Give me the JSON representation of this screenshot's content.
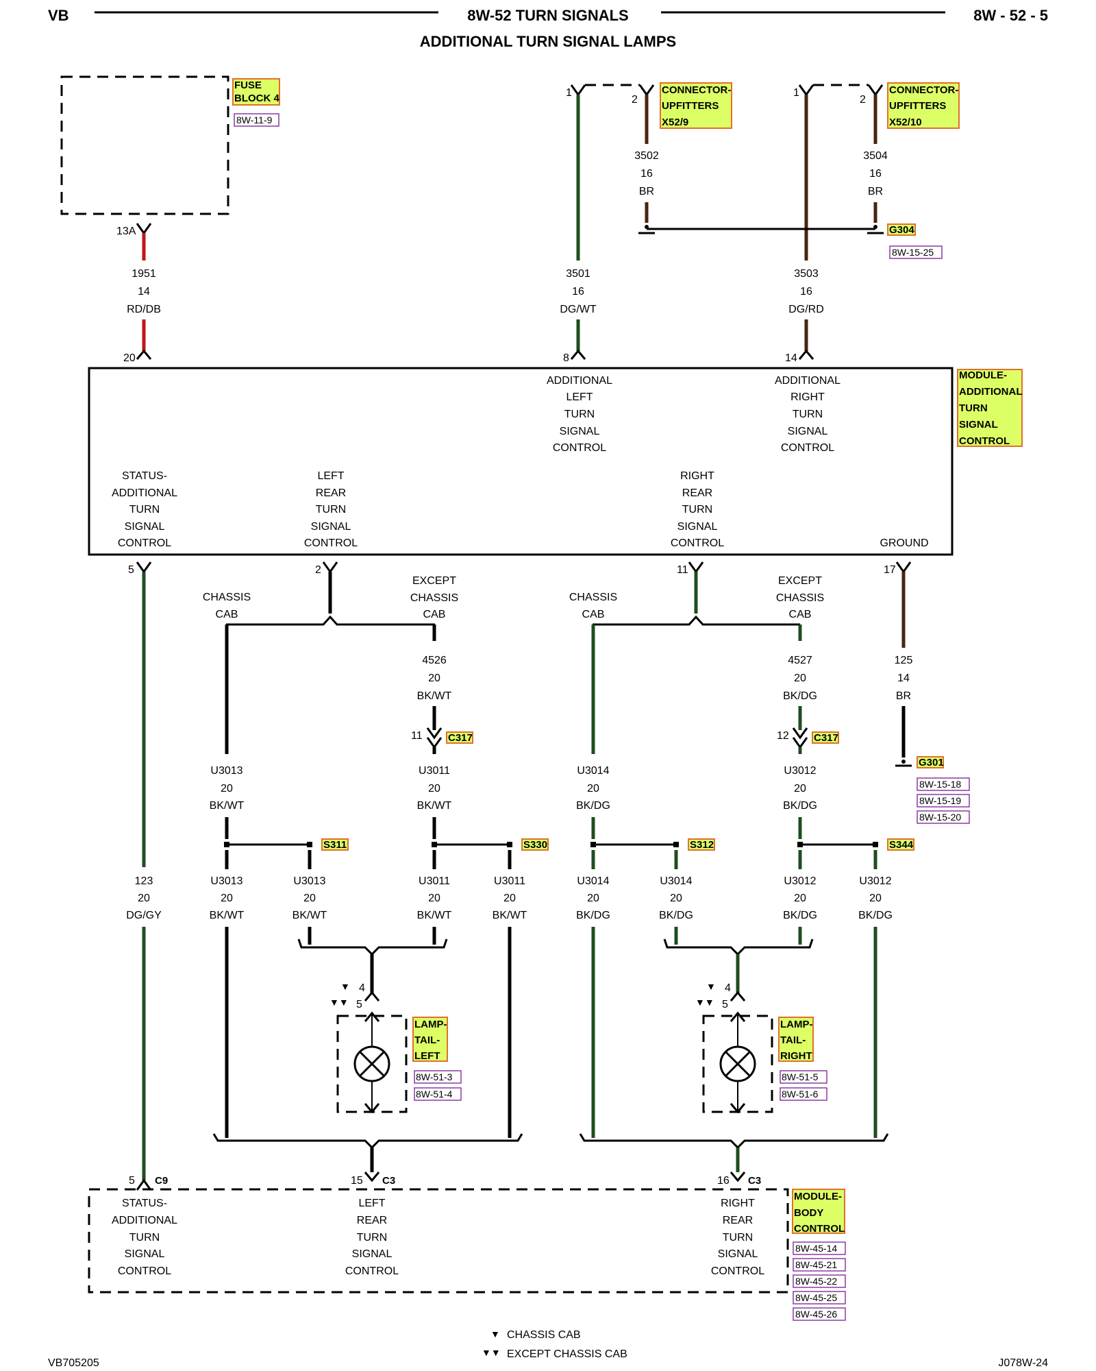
{
  "header": {
    "left": "VB",
    "title": "8W-52 TURN SIGNALS",
    "page": "8W - 52 - 5",
    "subtitle": "ADDITIONAL TURN SIGNAL LAMPS"
  },
  "components": {
    "fuse_block": {
      "l1": "FUSE",
      "l2": "BLOCK 4",
      "ref": "8W-11-9",
      "pin": "13A"
    },
    "conn_x52_9": {
      "l1": "CONNECTOR-",
      "l2": "UPFITTERS",
      "l3": "X52/9",
      "pin1": "1",
      "pin2": "2"
    },
    "conn_x52_10": {
      "l1": "CONNECTOR-",
      "l2": "UPFITTERS",
      "l3": "X52/10",
      "pin1": "1",
      "pin2": "2"
    },
    "g304": {
      "label": "G304",
      "ref": "8W-15-25"
    },
    "g301": {
      "label": "G301",
      "refs": [
        "8W-15-18",
        "8W-15-19",
        "8W-15-20"
      ]
    },
    "module_ats": {
      "l1": "MODULE-",
      "l2": "ADDITIONAL",
      "l3": "TURN",
      "l4": "SIGNAL",
      "l5": "CONTROL",
      "pin_20": "20",
      "pin_8": "8",
      "pin_14": "14",
      "pin_5": "5",
      "pin_2": "2",
      "pin_11": "11",
      "pin_17": "17",
      "left_ctrl": [
        "ADDITIONAL",
        "LEFT",
        "TURN",
        "SIGNAL",
        "CONTROL"
      ],
      "right_ctrl": [
        "ADDITIONAL",
        "RIGHT",
        "TURN",
        "SIGNAL",
        "CONTROL"
      ],
      "status_ctrl": [
        "STATUS-",
        "ADDITIONAL",
        "TURN",
        "SIGNAL",
        "CONTROL"
      ],
      "left_rear": [
        "LEFT",
        "REAR",
        "TURN",
        "SIGNAL",
        "CONTROL"
      ],
      "right_rear": [
        "RIGHT",
        "REAR",
        "TURN",
        "SIGNAL",
        "CONTROL"
      ],
      "ground": "GROUND"
    },
    "c317_left": {
      "label": "C317",
      "pin": "11"
    },
    "c317_right": {
      "label": "C317",
      "pin": "12"
    },
    "splices": {
      "s311": "S311",
      "s330": "S330",
      "s312": "S312",
      "s344": "S344"
    },
    "lamp_left": {
      "l1": "LAMP-",
      "l2": "TAIL-",
      "l3": "LEFT",
      "refs": [
        "8W-51-3",
        "8W-51-4"
      ],
      "pin4": "4",
      "pin5": "5"
    },
    "lamp_right": {
      "l1": "LAMP-",
      "l2": "TAIL-",
      "l3": "RIGHT",
      "refs": [
        "8W-51-5",
        "8W-51-6"
      ],
      "pin4": "4",
      "pin5": "5"
    },
    "module_body": {
      "l1": "MODULE-",
      "l2": "BODY",
      "l3": "CONTROL",
      "refs": [
        "8W-45-14",
        "8W-45-21",
        "8W-45-22",
        "8W-45-25",
        "8W-45-26"
      ],
      "pin_c9": "5",
      "c9": "C9",
      "pin_c3_15": "15",
      "c3a": "C3",
      "pin_c3_16": "16",
      "c3b": "C3",
      "status_ctrl": [
        "STATUS-",
        "ADDITIONAL",
        "TURN",
        "SIGNAL",
        "CONTROL"
      ],
      "left_rear": [
        "LEFT",
        "REAR",
        "TURN",
        "SIGNAL",
        "CONTROL"
      ],
      "right_rear": [
        "RIGHT",
        "REAR",
        "TURN",
        "SIGNAL",
        "CONTROL"
      ]
    }
  },
  "branch_labels": {
    "chassis_cab": [
      "CHASSIS",
      "CAB"
    ],
    "except_chassis_cab": [
      "EXCEPT",
      "CHASSIS",
      "CAB"
    ]
  },
  "wires": {
    "w1951": [
      "1951",
      "14",
      "RD/DB"
    ],
    "w3501": [
      "3501",
      "16",
      "DG/WT"
    ],
    "w3503": [
      "3503",
      "16",
      "DG/RD"
    ],
    "w3502": [
      "3502",
      "16",
      "BR"
    ],
    "w3504": [
      "3504",
      "16",
      "BR"
    ],
    "w4526": [
      "4526",
      "20",
      "BK/WT"
    ],
    "w4527": [
      "4527",
      "20",
      "BK/DG"
    ],
    "w125": [
      "125",
      "14",
      "BR"
    ],
    "w123": [
      "123",
      "20",
      "DG/GY"
    ],
    "u3013a": [
      "U3013",
      "20",
      "BK/WT"
    ],
    "u3011a": [
      "U3011",
      "20",
      "BK/WT"
    ],
    "u3014a": [
      "U3014",
      "20",
      "BK/DG"
    ],
    "u3012a": [
      "U3012",
      "20",
      "BK/DG"
    ],
    "u3013b": [
      "U3013",
      "20",
      "BK/WT"
    ],
    "u3013c": [
      "U3013",
      "20",
      "BK/WT"
    ],
    "u3011b": [
      "U3011",
      "20",
      "BK/WT"
    ],
    "u3011c": [
      "U3011",
      "20",
      "BK/WT"
    ],
    "u3014b": [
      "U3014",
      "20",
      "BK/DG"
    ],
    "u3014c": [
      "U3014",
      "20",
      "BK/DG"
    ],
    "u3012b": [
      "U3012",
      "20",
      "BK/DG"
    ],
    "u3012c": [
      "U3012",
      "20",
      "BK/DG"
    ]
  },
  "legend": {
    "chassis_cab": "CHASSIS CAB",
    "except_chassis_cab": "EXCEPT CHASSIS CAB"
  },
  "footer": {
    "left": "VB705205",
    "right": "J078W-24"
  },
  "colors": {
    "label_fill": "#ddff66",
    "label_border": "#e0702a",
    "wire_green": "#1f4d1f",
    "wire_red": "#c01818",
    "wire_brown": "#4a2410"
  }
}
